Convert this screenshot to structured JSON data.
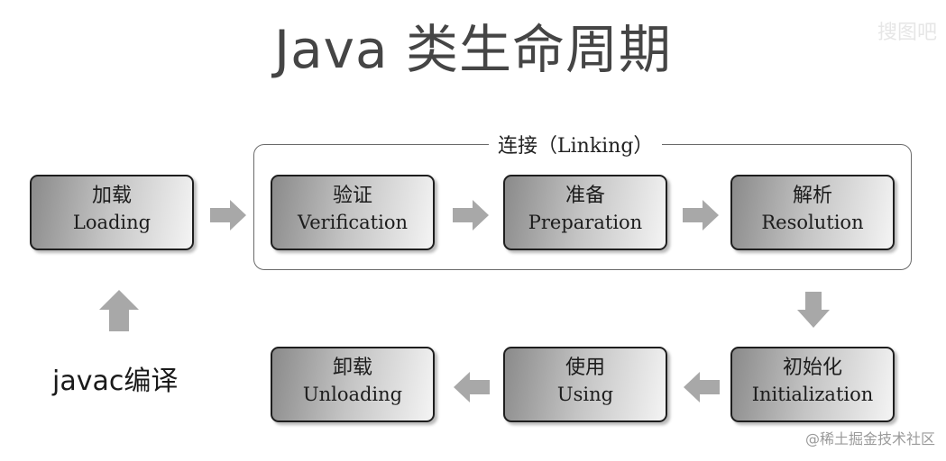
{
  "title": "Java 类生命周期",
  "corner_logo": "搜图吧",
  "linking_group": {
    "label": "连接（Linking）"
  },
  "stages": {
    "loading": {
      "zh": "加载",
      "en": "Loading"
    },
    "verification": {
      "zh": "验证",
      "en": "Verification"
    },
    "preparation": {
      "zh": "准备",
      "en": "Preparation"
    },
    "resolution": {
      "zh": "解析",
      "en": "Resolution"
    },
    "initialization": {
      "zh": "初始化",
      "en": "Initialization"
    },
    "using": {
      "zh": "使用",
      "en": "Using"
    },
    "unloading": {
      "zh": "卸载",
      "en": "Unloading"
    }
  },
  "source_label": "javac编译",
  "watermark": "@稀土掘金技术社区",
  "colors": {
    "arrow_fill": "#a8a8a8",
    "box_border": "#1e1e1e",
    "frame_border": "#6a6a6a",
    "title_text": "#454545"
  }
}
